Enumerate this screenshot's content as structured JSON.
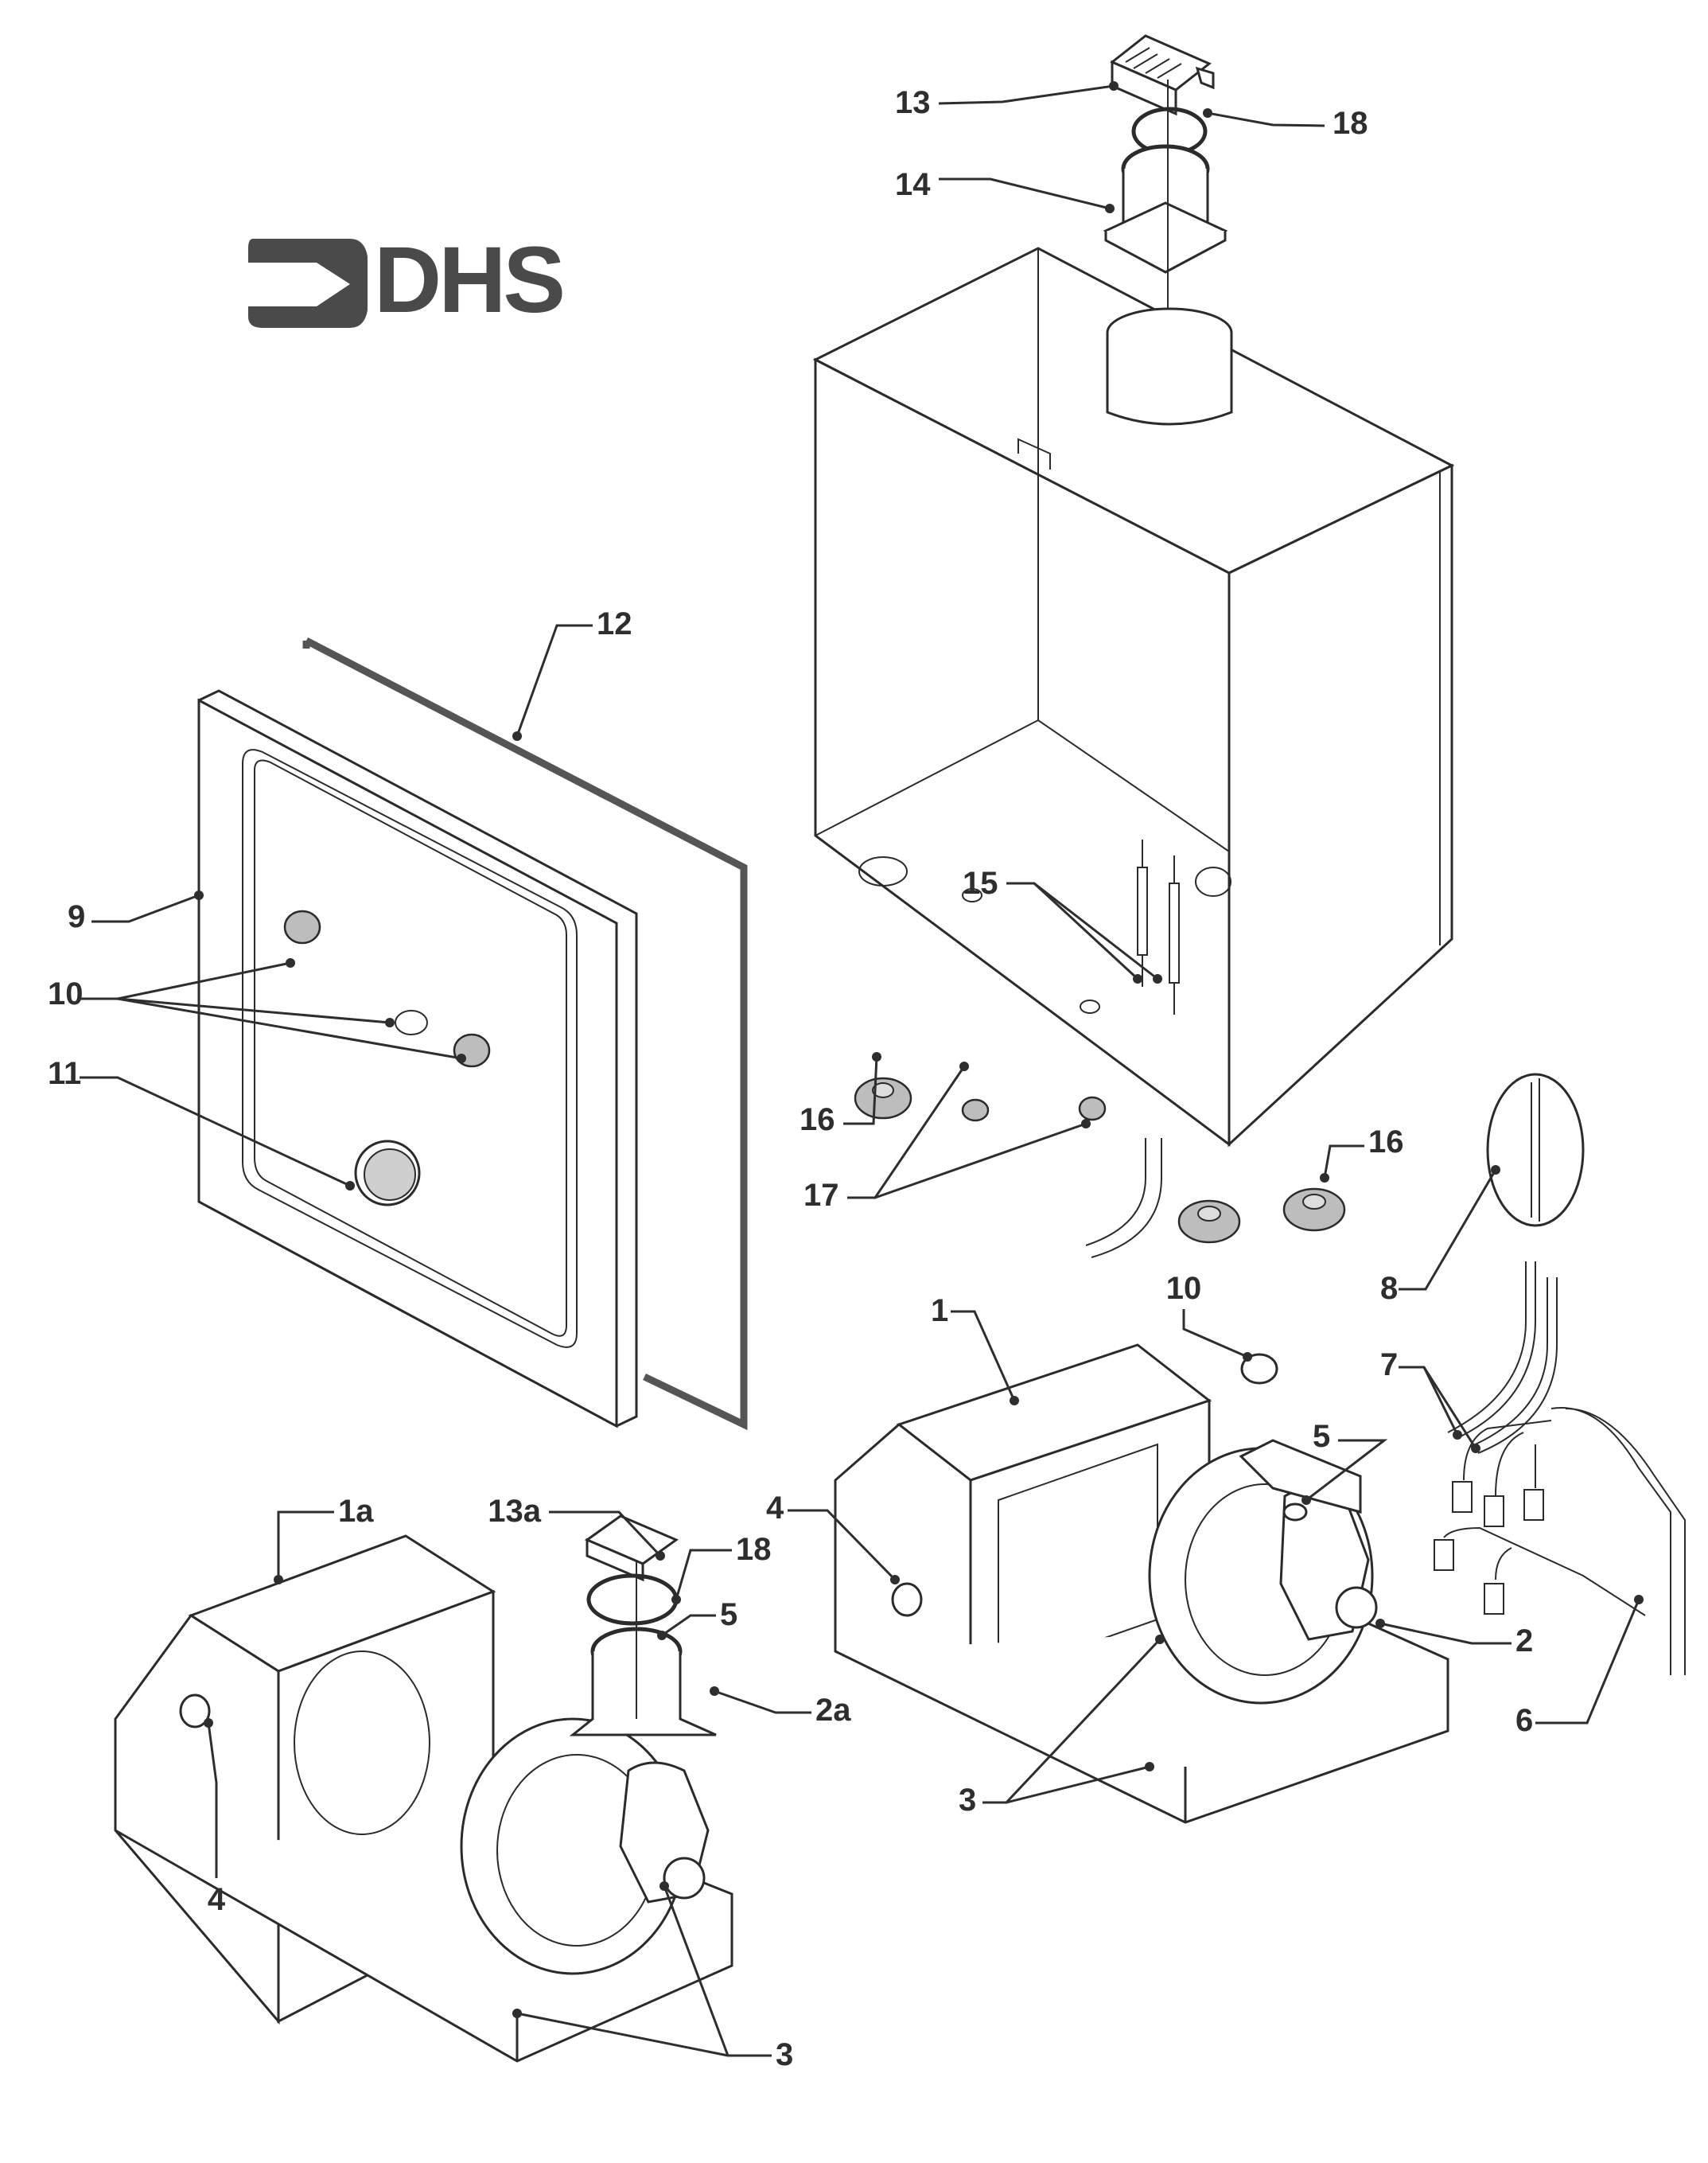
{
  "logo": {
    "text": "DHS",
    "icon": "arrow-into-bracket-icon",
    "color": "#4a4a4a"
  },
  "diagram": {
    "title": "Exploded parts view",
    "line_color": "#2e2e2e",
    "callouts": [
      {
        "id": "c13",
        "label": "13",
        "part": "terminal-guard"
      },
      {
        "id": "c18a",
        "label": "18",
        "part": "o-ring"
      },
      {
        "id": "c14",
        "label": "14",
        "part": "flue-adaptor"
      },
      {
        "id": "c12",
        "label": "12",
        "part": "case-seal"
      },
      {
        "id": "c9",
        "label": "9",
        "part": "front-panel"
      },
      {
        "id": "c10a",
        "label": "10",
        "part": "grommet"
      },
      {
        "id": "c11",
        "label": "11",
        "part": "sight-glass"
      },
      {
        "id": "c15",
        "label": "15",
        "part": "electrode"
      },
      {
        "id": "c16a",
        "label": "16",
        "part": "grommet"
      },
      {
        "id": "c16b",
        "label": "16",
        "part": "grommet"
      },
      {
        "id": "c17",
        "label": "17",
        "part": "small-grommet"
      },
      {
        "id": "c8",
        "label": "8",
        "part": "pressure-switch"
      },
      {
        "id": "c10b",
        "label": "10",
        "part": "clip"
      },
      {
        "id": "c1",
        "label": "1",
        "part": "fan-housing"
      },
      {
        "id": "c7",
        "label": "7",
        "part": "sensing-tubes"
      },
      {
        "id": "c5a",
        "label": "5",
        "part": "sensing-nozzle"
      },
      {
        "id": "c4a",
        "label": "4",
        "part": "plug"
      },
      {
        "id": "c2",
        "label": "2",
        "part": "fan"
      },
      {
        "id": "c6",
        "label": "6",
        "part": "wiring-harness"
      },
      {
        "id": "c3a",
        "label": "3",
        "part": "screws"
      },
      {
        "id": "c1a",
        "label": "1a",
        "part": "fan-housing-alt"
      },
      {
        "id": "c13a",
        "label": "13a",
        "part": "terminal-guard-alt"
      },
      {
        "id": "c18b",
        "label": "18",
        "part": "o-ring"
      },
      {
        "id": "c5b",
        "label": "5",
        "part": "sensing-nozzle"
      },
      {
        "id": "c2a",
        "label": "2a",
        "part": "fan-alt"
      },
      {
        "id": "c4b",
        "label": "4",
        "part": "plug"
      },
      {
        "id": "c3b",
        "label": "3",
        "part": "screws"
      }
    ]
  }
}
